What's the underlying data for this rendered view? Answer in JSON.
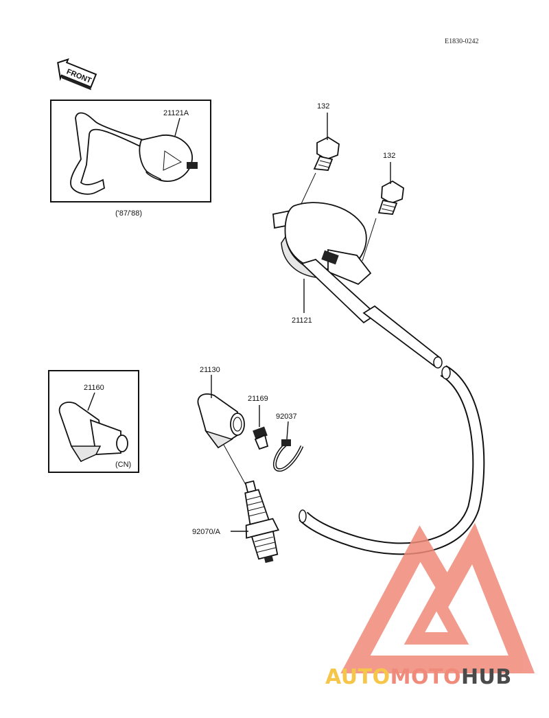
{
  "diagram_code": "E1830-0242",
  "front_label": "FRONT",
  "parts": {
    "coil_variant": "21121A",
    "coil_variant_note": "('87/'88)",
    "bolt_a": "132",
    "bolt_b": "132",
    "coil": "21121",
    "cap_cn": "21160",
    "cap_cn_note": "(CN)",
    "plug_cap": "21130",
    "connector": "21169",
    "clamp": "92037",
    "spark_plug": "92070/A"
  },
  "watermark": {
    "part1": "AUTO",
    "part2": "MOTO",
    "part3": "HUB",
    "color1": "#f5c64a",
    "color2": "#f08a7a",
    "color3": "#4a4a4a",
    "logo_color": "#f08a7a"
  }
}
